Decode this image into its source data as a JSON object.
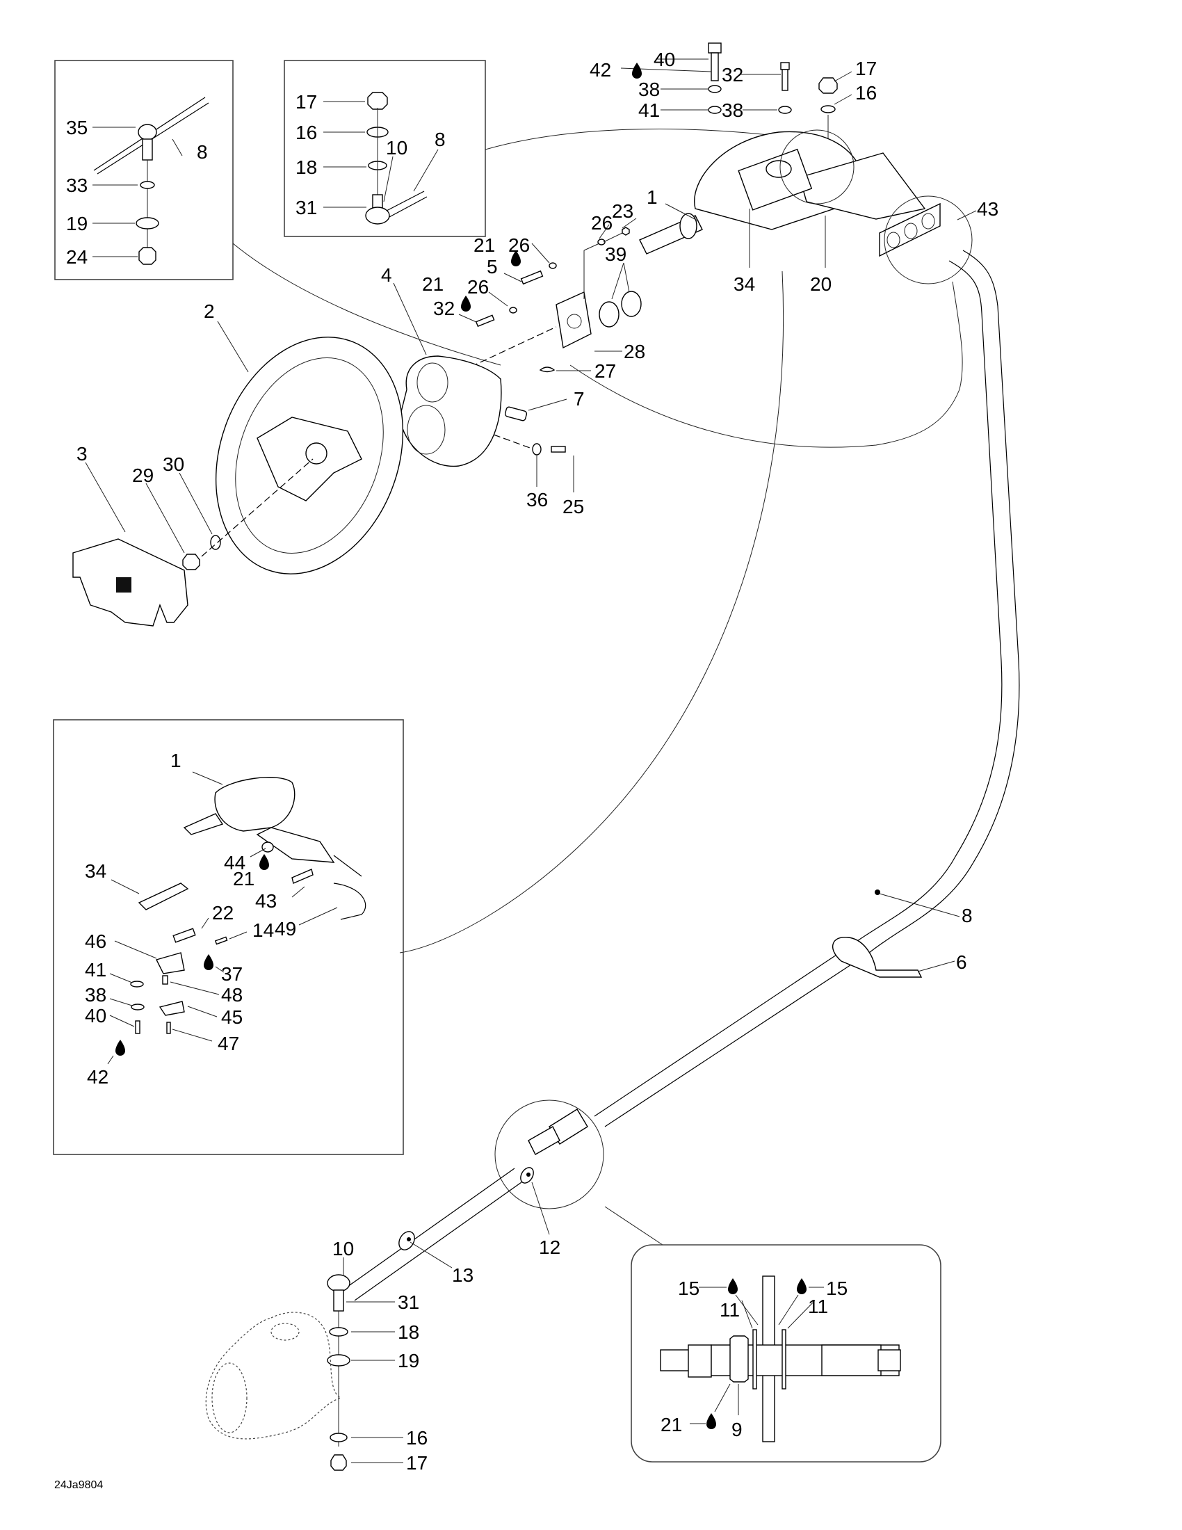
{
  "diagram": {
    "reference_code": "24Ja9804",
    "callouts": {
      "inset_a": [
        "35",
        "8",
        "33",
        "19",
        "24"
      ],
      "inset_b": [
        "17",
        "16",
        "18",
        "10",
        "8",
        "31"
      ],
      "steering_head": [
        "40",
        "42",
        "38",
        "41",
        "32",
        "38",
        "17",
        "16",
        "1",
        "34",
        "20",
        "43",
        "23",
        "26",
        "39",
        "21",
        "26",
        "5",
        "21",
        "26",
        "32",
        "28",
        "27",
        "7",
        "4",
        "2",
        "3",
        "29",
        "30",
        "36",
        "25"
      ],
      "cable": [
        "8",
        "6",
        "12",
        "13",
        "10",
        "31",
        "18",
        "19",
        "16",
        "17"
      ],
      "inset_c": [
        "1",
        "44",
        "21",
        "34",
        "43",
        "49",
        "22",
        "14",
        "46",
        "37",
        "41",
        "48",
        "38",
        "45",
        "40",
        "47",
        "42"
      ],
      "inset_d": [
        "15",
        "15",
        "11",
        "11",
        "21",
        "9"
      ]
    },
    "fluid_drop_icons": [
      "42",
      "21",
      "21",
      "21",
      "37",
      "42",
      "15",
      "15",
      "21"
    ]
  }
}
